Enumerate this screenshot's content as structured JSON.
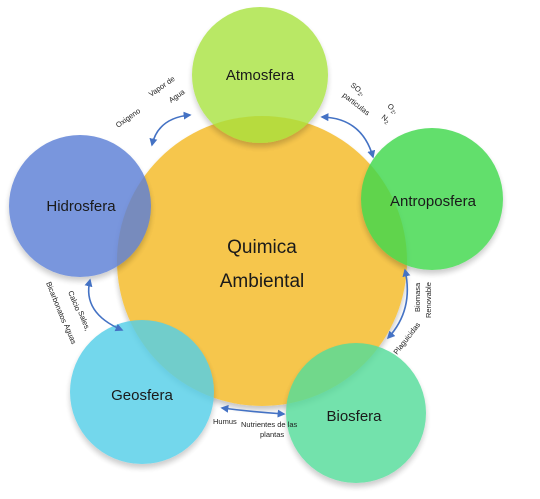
{
  "center": {
    "line1": "Quimica",
    "line2": "Ambiental",
    "color": "#F6C23E"
  },
  "spheres": {
    "atmosfera": {
      "label": "Atmosfera",
      "color": "#A6E23A"
    },
    "hidrosfera": {
      "label": "Hidrosfera",
      "color": "#5B7FD6"
    },
    "antroposfera": {
      "label": "Antroposfera",
      "color": "#3FD84E"
    },
    "geosfera": {
      "label": "Geosfera",
      "color": "#55CFE8"
    },
    "biosfera": {
      "label": "Biosfera",
      "color": "#55DC9A"
    }
  },
  "links": {
    "hidro_atmo": {
      "a": "Oxigeno",
      "b": "Vapor de",
      "c": "Agua"
    },
    "atmo_antro": {
      "a": "SO",
      "a_sub": "2",
      "a_tail": ",",
      "b": "particulas",
      "c": "O",
      "c_sub": "2",
      "c_tail": ",",
      "d": "N",
      "d_sub": "2"
    },
    "antro_bio": {
      "a": "Biomasa",
      "b": "Renovable",
      "c": "Plaguicidas"
    },
    "bio_geo": {
      "a": "Humus",
      "b": "Nutrientes de las",
      "c": "plantas"
    },
    "geo_hidro": {
      "a": "Sales,",
      "b": "Calcio",
      "c": "Aguas",
      "d": "Bicarbonatos"
    }
  },
  "colors": {
    "arrow": "#4472C4"
  }
}
